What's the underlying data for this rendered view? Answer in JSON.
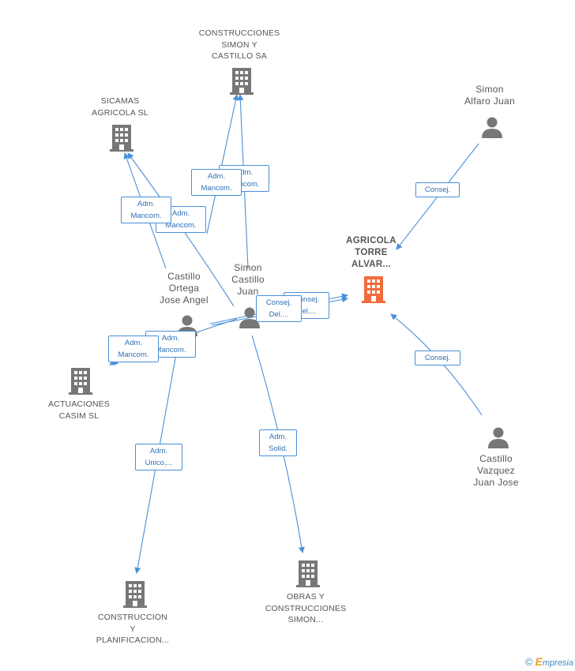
{
  "nodes": {
    "construcciones_simon": {
      "label": [
        "CONSTRUCCIONES",
        "SIMON Y",
        "CASTILLO SA"
      ],
      "kind": "company",
      "icon": "building-icon"
    },
    "sicamas": {
      "label": [
        "SICAMAS",
        "AGRICOLA SL"
      ],
      "kind": "company",
      "icon": "building-icon"
    },
    "simon_alfaro": {
      "label": [
        "Simon",
        "Alfaro Juan"
      ],
      "kind": "person",
      "icon": "person-icon"
    },
    "agricola_torre": {
      "label": [
        "AGRICOLA",
        "TORRE",
        "ALVAR..."
      ],
      "kind": "focus-company",
      "icon": "building-icon"
    },
    "castillo_ortega": {
      "label": [
        "Castillo",
        "Ortega",
        "Jose Angel"
      ],
      "kind": "person",
      "icon": "person-icon"
    },
    "simon_castillo": {
      "label": [
        "Simon",
        "Castillo",
        "Juan"
      ],
      "kind": "person",
      "icon": "person-icon"
    },
    "actuaciones": {
      "label": [
        "ACTUACIONES",
        "CASIM SL"
      ],
      "kind": "company",
      "icon": "building-icon"
    },
    "castillo_vazquez": {
      "label": [
        "Castillo",
        "Vazquez",
        "Juan Jose"
      ],
      "kind": "person",
      "icon": "person-icon"
    },
    "construccion_planificacion": {
      "label": [
        "CONSTRUCCION",
        "Y",
        "PLANIFICACION..."
      ],
      "kind": "company",
      "icon": "building-icon"
    },
    "obras": {
      "label": [
        "OBRAS Y",
        "CONSTRUCCIONES",
        "SIMON..."
      ],
      "kind": "company",
      "icon": "building-icon"
    }
  },
  "edge_labels": {
    "e1": [
      "Adm.",
      "Mancom."
    ],
    "e2": [
      "Adm.",
      "Mancom."
    ],
    "e3": [
      "Adm.",
      "Mancom."
    ],
    "e4": [
      "Adm.",
      "Mancom."
    ],
    "e5": [
      "Consej."
    ],
    "e6": [
      "Consej.",
      "Del...."
    ],
    "e7": [
      "Consej.",
      "Del...."
    ],
    "e8": [
      "Adm.",
      "Mancom."
    ],
    "e9": [
      "Adm.",
      "Mancom."
    ],
    "e10": [
      "Adm.",
      "Unico,..."
    ],
    "e11": [
      "Adm.",
      "Solid."
    ],
    "e12": [
      "Consej."
    ]
  },
  "colors": {
    "edge": "#4a90d9",
    "icon": "#777777",
    "focus": "#f26b3a"
  },
  "footer": {
    "symbol": "©",
    "brand_first": "E",
    "brand_rest": "mpresia"
  }
}
